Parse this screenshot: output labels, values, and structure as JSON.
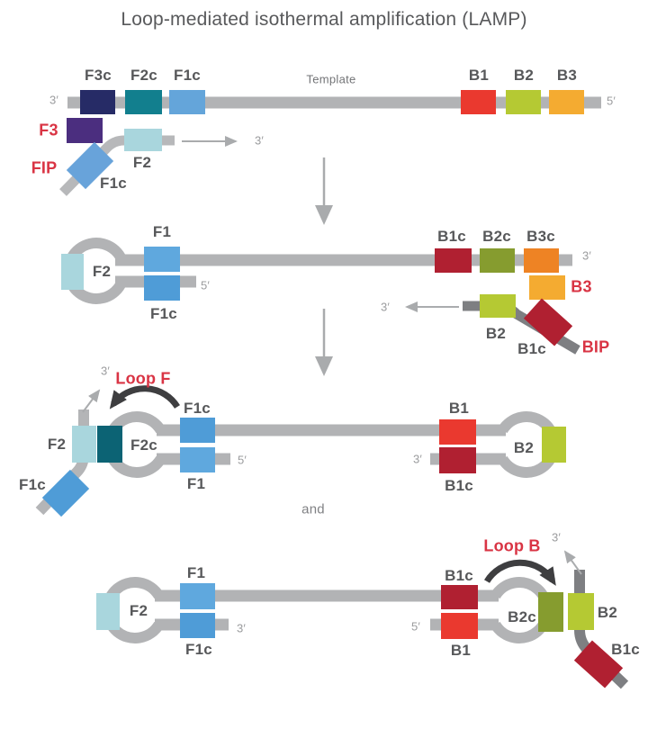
{
  "title": "Loop-mediated isothermal amplification (LAMP)",
  "palette": {
    "strand_light": "#b2b3b5",
    "strand_dark": "#7e7f82",
    "arrow_gray": "#a9abad",
    "arc_dark": "#3e3e40",
    "label_gray": "#57585a",
    "label_red": "#d93444",
    "f3c": "#262b66",
    "f2c": "#127f8e",
    "f1c_template": "#64a5da",
    "f3": "#4b2e7f",
    "fip_f1c": "#68a3da",
    "f2_cyan": "#a9d6dd",
    "f1_blue": "#5fa8de",
    "f1c_blue": "#4f9cd7",
    "f2c_dark": "#0c6374",
    "b1_red": "#ea392f",
    "b1c_darkred": "#b02031",
    "b2_green": "#b5c933",
    "b2c_olive": "#869c2f",
    "b3_amber": "#f4ab31",
    "b3c_orange": "#ee8324"
  },
  "step1": {
    "strand_end_left": "3′",
    "strand_end_right": "5′",
    "template_label": "Template",
    "regions": {
      "f3c": "F3c",
      "f2c": "F2c",
      "f1c": "F1c",
      "b1": "B1",
      "b2": "B2",
      "b3": "B3"
    },
    "f3_label": "F3",
    "fip": {
      "label": "FIP",
      "f1c": "F1c",
      "f2": "F2",
      "arrow_end": "3′"
    }
  },
  "step2": {
    "loop": {
      "f2": "F2",
      "f1": "F1",
      "f1c": "F1c",
      "end": "5′"
    },
    "regions": {
      "b1c": "B1c",
      "b2c": "B2c",
      "b3c": "B3c"
    },
    "strand_end": "3′",
    "b3_label": "B3",
    "bip": {
      "label": "BIP",
      "b2": "B2",
      "b1c": "B1c",
      "arrow_end": "3′"
    }
  },
  "step3": {
    "loop_f_label": "Loop F",
    "prime": "3′",
    "left": {
      "f2": "F2",
      "f2c": "F2c",
      "f1c_primer": "F1c",
      "f1c": "F1c",
      "f1": "F1",
      "end": "5′"
    },
    "right": {
      "b1": "B1",
      "b1c": "B1c",
      "end": "3′",
      "b2": "B2"
    },
    "connector": "and"
  },
  "step4": {
    "left": {
      "f2": "F2",
      "f1": "F1",
      "f1c": "F1c",
      "end": "3′"
    },
    "right": {
      "b1c": "B1c",
      "b1": "B1",
      "end": "5′",
      "b2c": "B2c",
      "b2": "B2",
      "b1c_primer": "B1c"
    },
    "loop_b_label": "Loop B",
    "prime": "3′"
  }
}
